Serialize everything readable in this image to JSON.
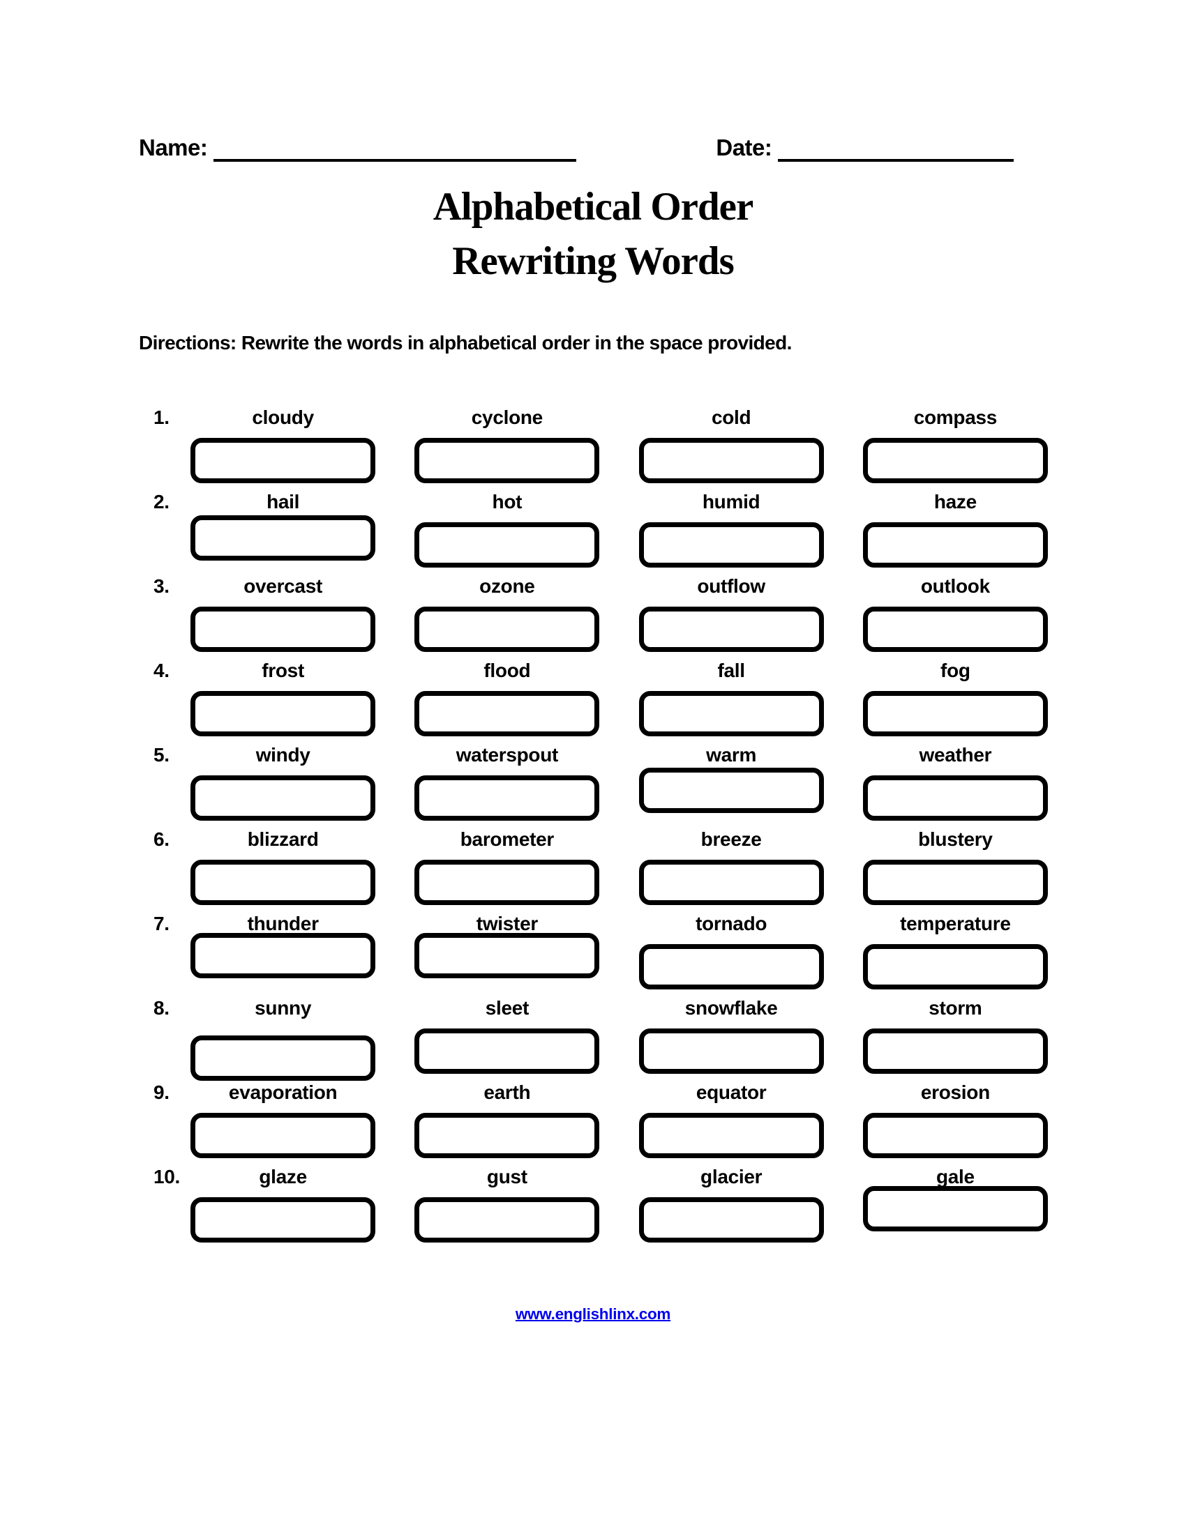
{
  "header": {
    "name_label": "Name:",
    "date_label": "Date:"
  },
  "title": {
    "line1": "Alphabetical Order",
    "line2": "Rewriting Words"
  },
  "directions": "Directions: Rewrite the words in alphabetical order in the space provided.",
  "rows": [
    {
      "number": "1.",
      "words": [
        "cloudy",
        "cyclone",
        "cold",
        "compass"
      ]
    },
    {
      "number": "2.",
      "words": [
        "hail",
        "hot",
        "humid",
        "haze"
      ]
    },
    {
      "number": "3.",
      "words": [
        "overcast",
        "ozone",
        "outflow",
        "outlook"
      ]
    },
    {
      "number": "4.",
      "words": [
        "frost",
        "flood",
        "fall",
        "fog"
      ]
    },
    {
      "number": "5.",
      "words": [
        "windy",
        "waterspout",
        "warm",
        "weather"
      ]
    },
    {
      "number": "6.",
      "words": [
        "blizzard",
        "barometer",
        "breeze",
        "blustery"
      ]
    },
    {
      "number": "7.",
      "words": [
        "thunder",
        "twister",
        "tornado",
        "temperature"
      ]
    },
    {
      "number": "8.",
      "words": [
        "sunny",
        "sleet",
        "snowflake",
        "storm"
      ]
    },
    {
      "number": "9.",
      "words": [
        "evaporation",
        "earth",
        "equator",
        "erosion"
      ]
    },
    {
      "number": "10.",
      "words": [
        "glaze",
        "gust",
        "glacier",
        "gale"
      ]
    }
  ],
  "footer": {
    "link_text": "www.englishlinx.com"
  },
  "colors": {
    "ink": "#000000",
    "link_blue": "#0000EE",
    "page_background": "#ffffff"
  }
}
